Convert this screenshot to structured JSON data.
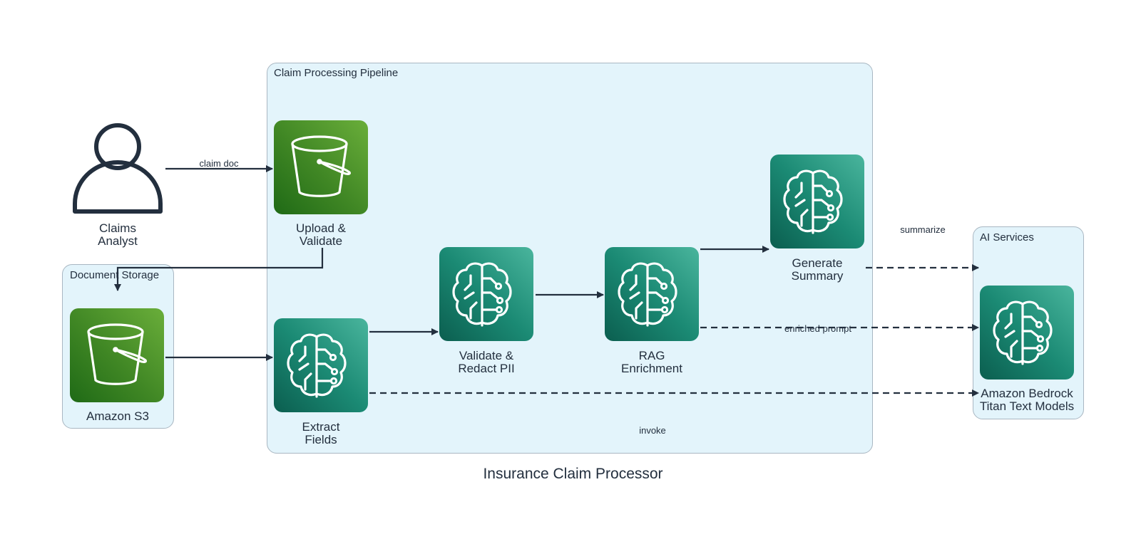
{
  "diagram": {
    "title": "Insurance Claim Processor",
    "clusters": {
      "pipeline": "Claim Processing Pipeline",
      "storage": "Document Storage",
      "ai": "AI Services"
    },
    "nodes": {
      "analyst": "Claims\nAnalyst",
      "upload": "Upload &\nValidate",
      "s3": "Amazon S3",
      "extract": "Extract\nFields",
      "redact": "Validate &\nRedact PII",
      "rag": "RAG\nEnrichment",
      "summary": "Generate\nSummary",
      "bedrock": "Amazon Bedrock\nTitan Text Models"
    },
    "edges": {
      "claim_doc": "claim doc",
      "summarize": "summarize",
      "enriched_prompt": "enriched prompt",
      "invoke": "invoke"
    },
    "colors": {
      "s3_green": "#3f8624",
      "ml_teal": "#1b8a74",
      "cluster_fill": "#e3f4fb",
      "edge": "#232f3e"
    },
    "icons": {
      "analyst": "user-icon",
      "storage": "bucket-icon",
      "ml": "brain-circuit-icon"
    }
  }
}
